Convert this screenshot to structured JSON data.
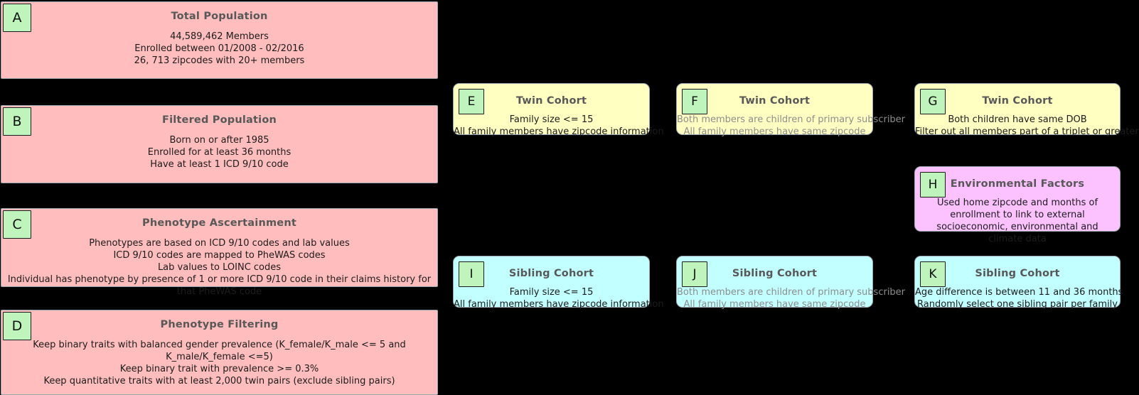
{
  "diagram": {
    "background_color": "#000000",
    "badge_color": "#bff5bd",
    "colors": {
      "population_pink": "#ffbdbd",
      "twin_yellow": "#ffffc2",
      "sibling_cyan": "#c2ffff",
      "environment_magenta": "#fcc2ff",
      "badge_green": "#bff5bd",
      "title_gray": "#585858",
      "muted_gray": "#8d8d8d"
    },
    "nodes": {
      "a": {
        "badge": "A",
        "title": "Total Population",
        "lines": [
          "44,589,462 Members",
          "Enrolled between 01/2008 - 02/2016",
          "26, 713 zipcodes with 20+ members"
        ]
      },
      "b": {
        "badge": "B",
        "title": "Filtered Population",
        "lines": [
          "Born on or after 1985",
          "Enrolled for at least 36 months",
          "Have at least 1 ICD 9/10 code"
        ]
      },
      "c": {
        "badge": "C",
        "title": "Phenotype Ascertainment",
        "lines": [
          "Phenotypes are based on ICD 9/10 codes and lab values",
          "ICD 9/10 codes are mapped to PheWAS codes",
          "Lab values to LOINC codes",
          "Individual has phenotype by presence of 1 or more ICD 9/10 code in their claims history for that PheWAS code"
        ]
      },
      "d": {
        "badge": "D",
        "title": "Phenotype Filtering",
        "lines": [
          "Keep binary traits with balanced gender prevalence (K_female/K_male <= 5 and K_male/K_female <=5)",
          "Keep binary trait with prevalence >= 0.3%",
          "Keep quantitative traits with at least 2,000 twin pairs (exclude sibling pairs)"
        ]
      },
      "e": {
        "badge": "E",
        "title": "Twin Cohort",
        "lines": [
          "Family size <= 15",
          "All family members have zipcode information"
        ]
      },
      "f": {
        "badge": "F",
        "title": "Twin Cohort",
        "lines": [
          "Both members are children of primary subscriber",
          "All family members have same zipcode"
        ]
      },
      "g": {
        "badge": "G",
        "title": "Twin Cohort",
        "lines": [
          "Both children have same DOB",
          "Filter out all members part of a triplet or greater"
        ]
      },
      "h": {
        "badge": "H",
        "title": "Environmental Factors",
        "lines": [
          "Used home zipcode and months of enrollment to link to external socioeconomic, environmental and climate data"
        ]
      },
      "i": {
        "badge": "I",
        "title": "Sibling Cohort",
        "lines": [
          "Family size <= 15",
          "All family members have zipcode information"
        ]
      },
      "j": {
        "badge": "J",
        "title": "Sibling Cohort",
        "lines": [
          "Both members are children of primary subscriber",
          "All family members have same zipcode"
        ]
      },
      "k": {
        "badge": "K",
        "title": "Sibling Cohort",
        "lines": [
          "Age difference is between 11 and 36 months",
          "Randomly select one sibling pair per family"
        ]
      }
    }
  }
}
